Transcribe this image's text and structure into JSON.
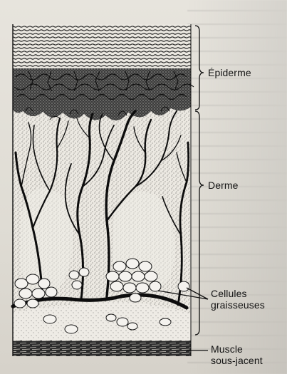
{
  "labels": {
    "epiderme": "Épiderme",
    "derme": "Derme",
    "cellules_line1": "Cellules",
    "cellules_line2": "graisseuses",
    "muscle_line1": "Muscle",
    "muscle_line2": "sous-jacent"
  },
  "colors": {
    "ink": "#111111",
    "paper": "#e6e3dc",
    "stipple": "#2a2a2a"
  }
}
